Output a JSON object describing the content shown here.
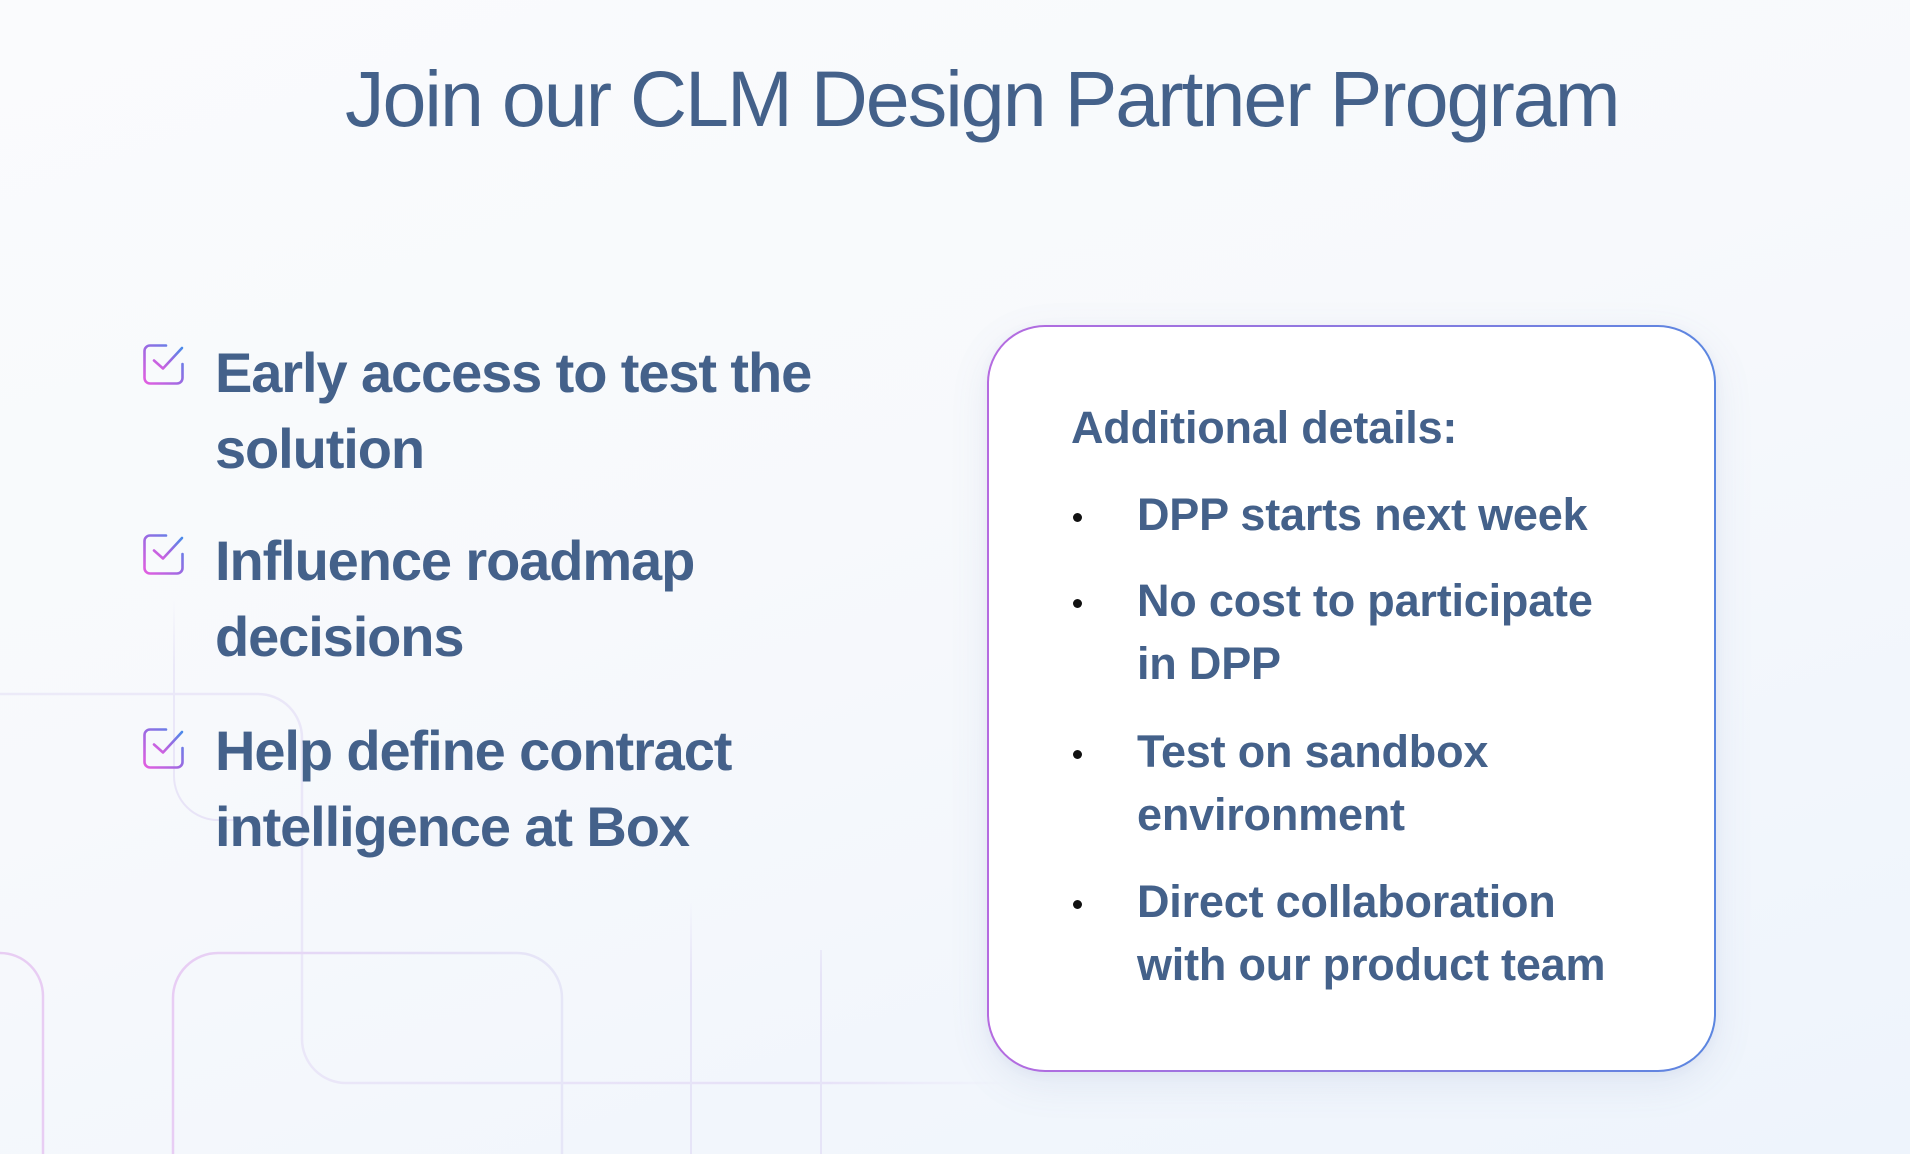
{
  "slide": {
    "title": "Join our CLM Design Partner Program"
  },
  "benefits": [
    {
      "icon": "checkbox-checked-icon",
      "lines": [
        "Early access to test the",
        "solution"
      ]
    },
    {
      "icon": "checkbox-checked-icon",
      "lines": [
        "Influence roadmap",
        "decisions"
      ]
    },
    {
      "icon": "checkbox-checked-icon",
      "lines": [
        "Help define contract",
        "intelligence at Box"
      ]
    }
  ],
  "details_card": {
    "heading": "Additional details:",
    "bullet_icon": "bullet-dot-icon",
    "items": [
      {
        "lines": [
          "DPP starts next week"
        ]
      },
      {
        "lines": [
          "No cost to participate",
          "in DPP"
        ]
      },
      {
        "lines": [
          "Test on sandbox",
          "environment"
        ]
      },
      {
        "lines": [
          "Direct collaboration",
          "with our product team"
        ]
      }
    ]
  },
  "colors": {
    "text": "#44618a",
    "accent_pink": "#e45ee0",
    "accent_purple": "#b56be0",
    "accent_blue": "#5b86e0",
    "bullet": "#111111",
    "card_background": "#ffffff",
    "decor_line": "#e2dcf6"
  }
}
